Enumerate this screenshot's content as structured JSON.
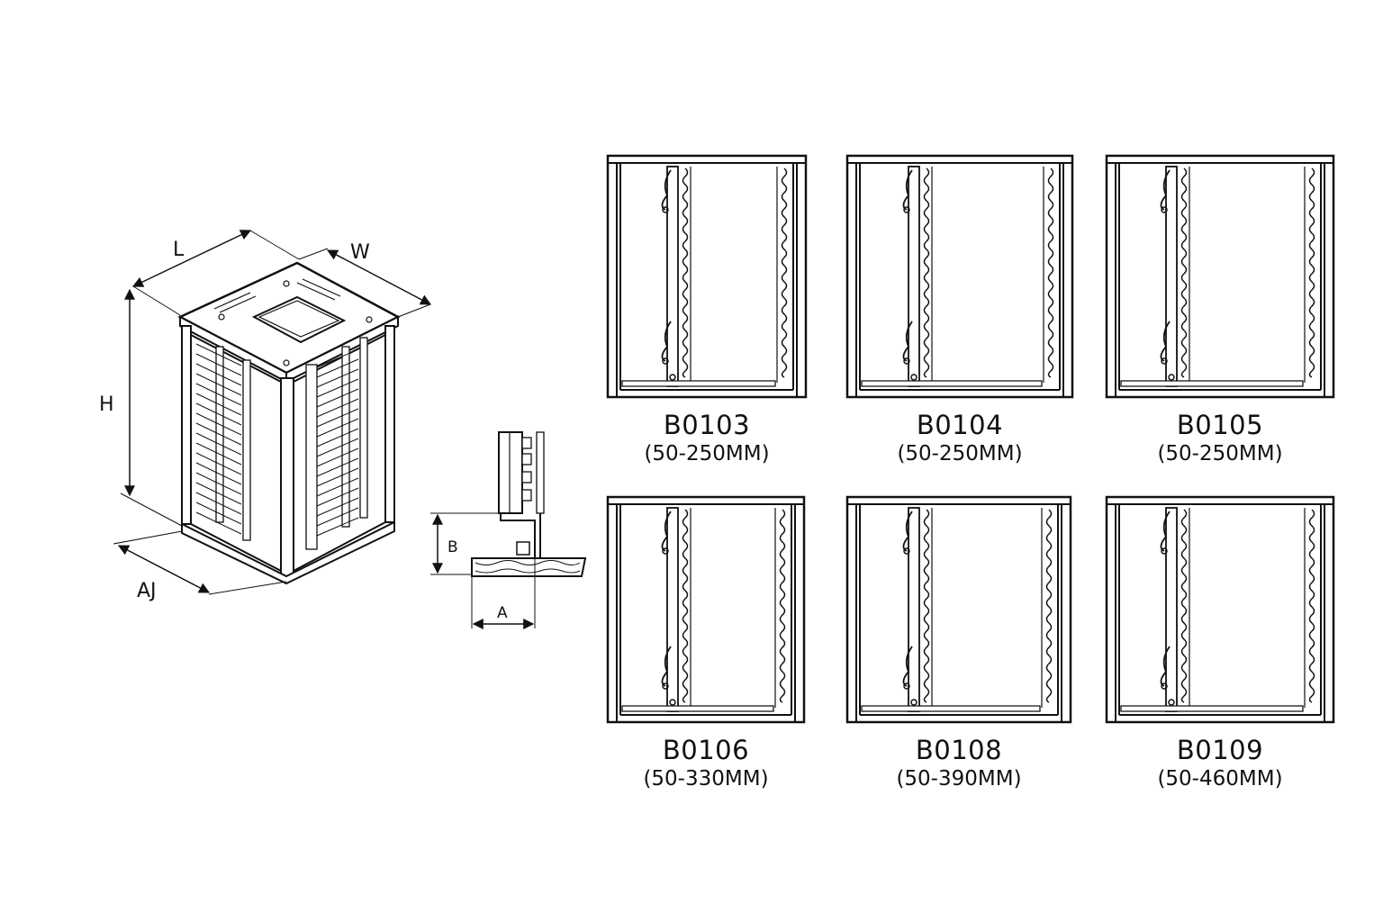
{
  "rack_dimension_labels": {
    "length": "L",
    "width": "W",
    "height": "H",
    "adjust": "AJ"
  },
  "detail_dimension_labels": {
    "a": "A",
    "b": "B"
  },
  "models": [
    {
      "code": "B0103",
      "range": "(50-250MM)"
    },
    {
      "code": "B0104",
      "range": "(50-250MM)"
    },
    {
      "code": "B0105",
      "range": "(50-250MM)"
    },
    {
      "code": "B0106",
      "range": "(50-330MM)"
    },
    {
      "code": "B0108",
      "range": "(50-390MM)"
    },
    {
      "code": "B0109",
      "range": "(50-460MM)"
    }
  ]
}
